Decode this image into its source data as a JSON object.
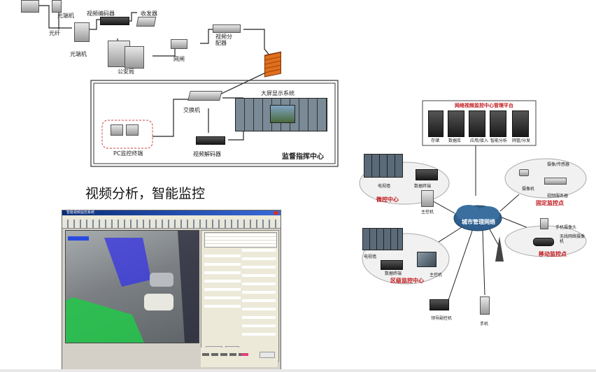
{
  "top_diagram": {
    "labels": {
      "optical_terminal_1": "光端机",
      "fiber": "光纤",
      "optical_terminal_2": "光端机",
      "video_encoder": "视频编码器",
      "transceiver": "收发器",
      "police_bureau": "公安局",
      "gateway": "网闸",
      "video_distributor": "视频分\n配器",
      "big_screen": "大屏显示系统",
      "switch": "交换机",
      "pc_terminal": "PC监控终端",
      "video_decoder": "视频解码器",
      "command_center": "监督指挥中心"
    }
  },
  "caption": "视频分析，智能监控",
  "right_diagram": {
    "labels": {
      "platform": "网络视频监控中心管理平台",
      "storage": "存储",
      "database": "数据库",
      "application": "应用/接入",
      "smart_analysis": "智能分析",
      "gateway_forward": "网管/分发",
      "tv_wall": "电视墙",
      "data_terminal_1": "数据终端",
      "host_1": "主控机",
      "micro_center": "微控中心",
      "camera_sensor": "摄像/传感器",
      "camera": "摄像机",
      "video_server": "视频服务器",
      "fixed_point": "固定监控点",
      "city_network": "城市管理网络",
      "phone_camera": "手机摄像头",
      "wireless_camera": "无线网络摄像机",
      "mobile_point": "移动监控点",
      "tv_wall_2": "电视墙",
      "data_terminal_2": "数据终端",
      "host_2": "主控机",
      "regional_center": "区级监控中心",
      "laptop": "领导副控机",
      "mobile": "手机"
    }
  },
  "screenshot_window": {
    "title": "智能视频监控系统",
    "colors": {
      "titlebar": "#0a2d7a",
      "zone_blue": "#3a3ae0",
      "zone_green": "#22c84a"
    }
  }
}
